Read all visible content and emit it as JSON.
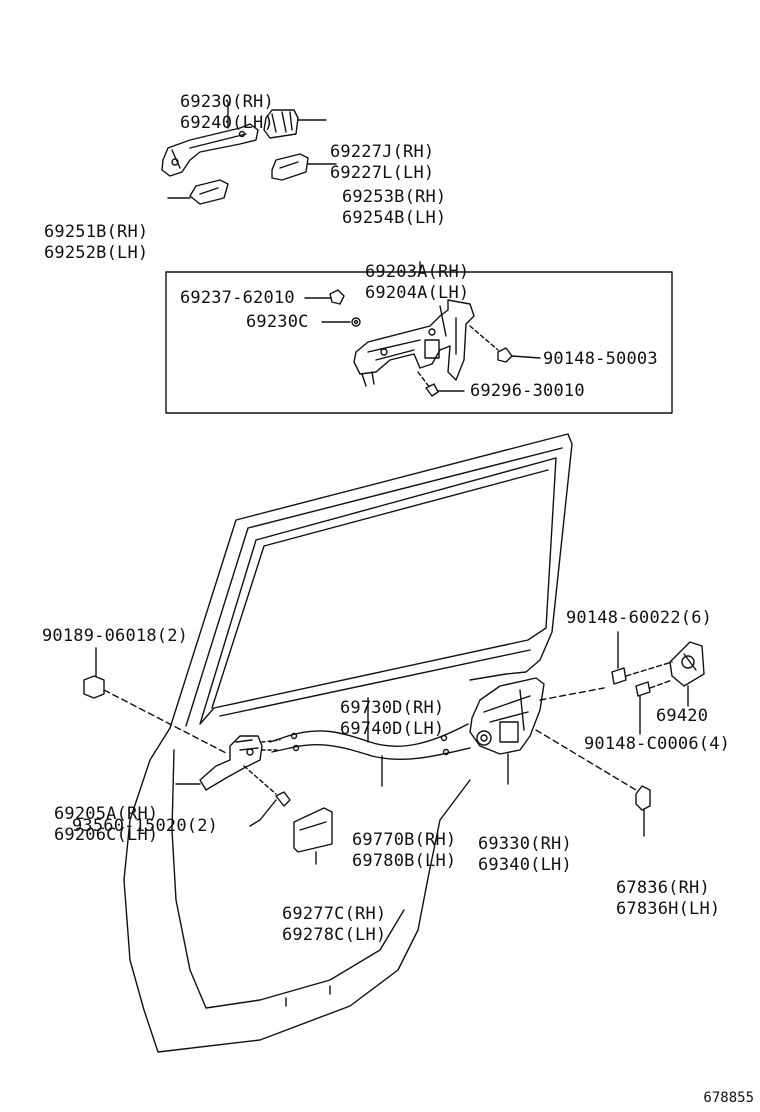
{
  "labels": {
    "outer_handle": [
      "69230(RH)",
      "69240(LH)"
    ],
    "handle_cap": [
      "69227J(RH)",
      "69227L(LH)"
    ],
    "handle_pad_rear": [
      "69253B(RH)",
      "69254B(LH)"
    ],
    "handle_pad_front": [
      "69251B(RH)",
      "69252B(LH)"
    ],
    "frame_assy": [
      "69203A(RH)",
      "69204A(LH)"
    ],
    "frame_clip": "69237-62010",
    "frame_bush": "69230C",
    "frame_screw": "90148-50003",
    "frame_bolt": "69296-30010",
    "clip_left": "90189-06018(2)",
    "inside_handle": [
      "69205A(RH)",
      "69206C(LH)"
    ],
    "inside_screw": "93560-15020(2)",
    "handle_cover": [
      "69277C(RH)",
      "69278C(LH)"
    ],
    "cable_upper": [
      "69730D(RH)",
      "69740D(LH)"
    ],
    "cable_lower": [
      "69770B(RH)",
      "69780B(LH)"
    ],
    "lock_assy": [
      "69330(RH)",
      "69340(LH)"
    ],
    "striker_screw": "90148-60022(6)",
    "striker": "69420",
    "striker_screw2": "90148-C0006(4)",
    "lock_cover": [
      "67836(RH)",
      "67836H(LH)"
    ]
  },
  "figure_id": "678855"
}
